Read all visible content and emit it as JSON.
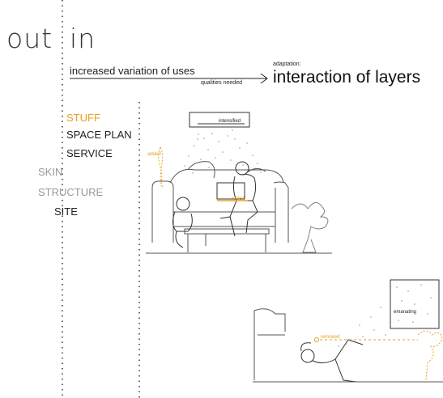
{
  "title": {
    "out": "out",
    "in": "in"
  },
  "headline": {
    "increased": "increased variation of uses",
    "qualities": "qualities needed",
    "adaptation": "adaptation:",
    "interaction": "interaction of layers"
  },
  "layers": {
    "stuff": "STUFF",
    "space_plan": "SPACE PLAN",
    "service": "SERVICE",
    "skin": "SKIN",
    "structure": "STRUCTURE",
    "site": "SITE"
  },
  "annotations": {
    "intensified": "intensified",
    "added_1": "added",
    "added_2": "added",
    "removed": "removed",
    "emanating": "emanating"
  },
  "colors": {
    "accent": "#e8a023",
    "muted": "#999999",
    "ink": "#1a1a1a"
  }
}
